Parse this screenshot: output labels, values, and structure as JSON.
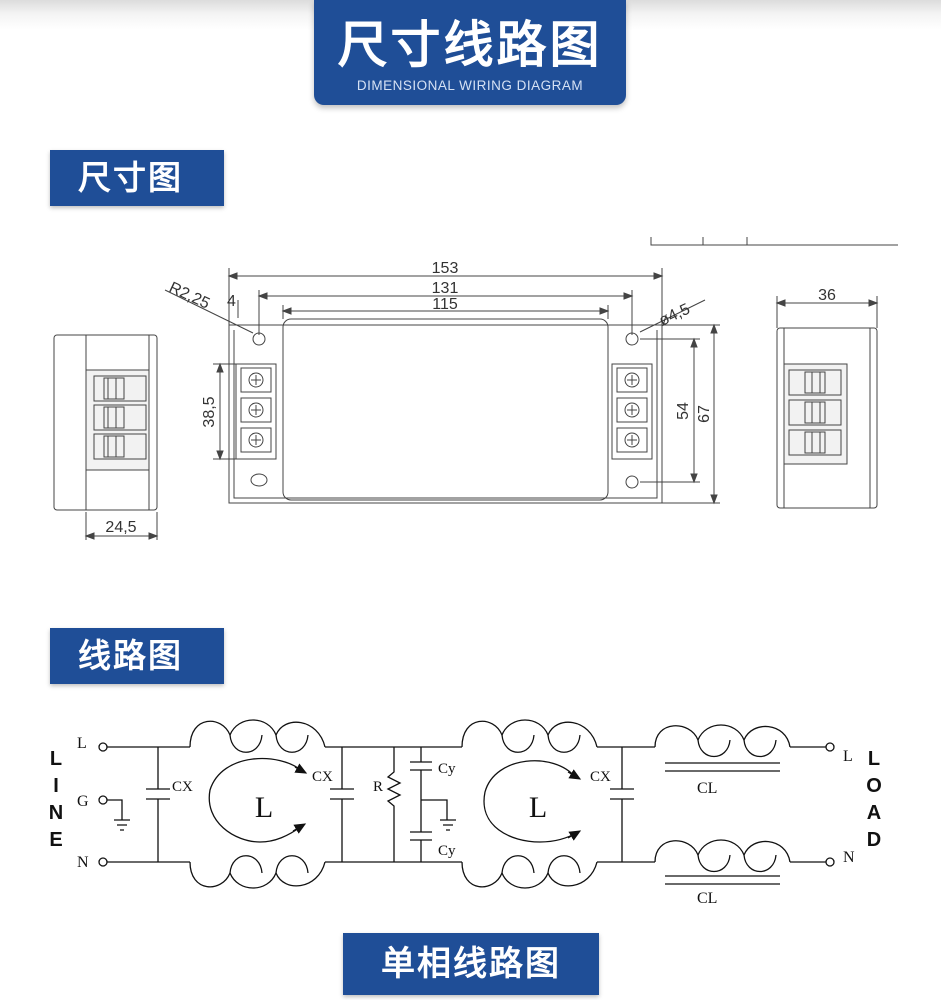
{
  "header": {
    "title": "尺寸线路图",
    "subtitle": "DIMENSIONAL WIRING DIAGRAM"
  },
  "sections": {
    "dimension": "尺寸图",
    "wiring": "线路图",
    "caption": "单相线路图"
  },
  "dimensions": {
    "overall_length": "153",
    "hole_spacing": "131",
    "body_length": "115",
    "hole_diameter": "ø4,5",
    "corner": "R2,25",
    "edge": "4",
    "terminal_height": "38,5",
    "hole_spacing_v": "54",
    "overall_height": "67",
    "side_depth": "24,5",
    "end_width": "36"
  },
  "circuit": {
    "line_letters": [
      "L",
      "I",
      "N",
      "E"
    ],
    "load_letters": [
      "L",
      "O",
      "A",
      "D"
    ],
    "in_L": "L",
    "in_G": "G",
    "in_N": "N",
    "out_L": "L",
    "out_N": "N",
    "cx1": "CX",
    "cx2": "CX",
    "cx3": "CX",
    "r": "R",
    "cy_top": "Cy",
    "cy_bot": "Cy",
    "inductor1": "L",
    "inductor2": "L",
    "cl_top": "CL",
    "cl_bot": "CL"
  },
  "colors": {
    "banner": "#1f4e97",
    "line": "#333333"
  }
}
